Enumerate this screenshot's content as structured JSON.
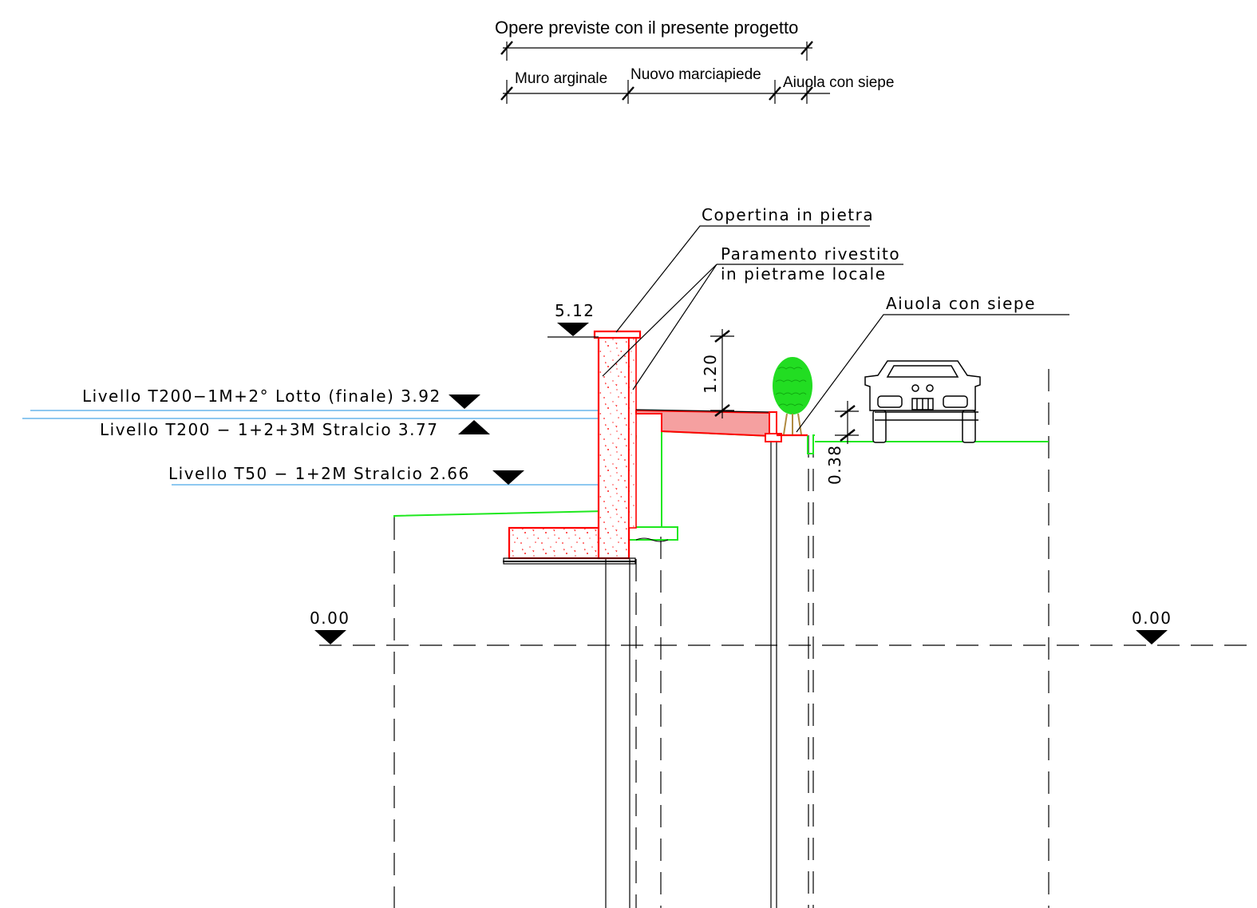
{
  "header": {
    "title": "Opere previste con il presente progetto",
    "segments": [
      "Muro arginale",
      "Nuovo marciapiede",
      "Aiuola con siepe"
    ]
  },
  "callouts": {
    "copertina": "Copertina in pietra",
    "paramento_line1": "Paramento rivestito",
    "paramento_line2": "in pietrame locale",
    "aiuola": "Aiuola con siepe"
  },
  "levels": {
    "top_wall": "5.12",
    "t200_finale": "Livello T200−1M+2° Lotto (finale) 3.92",
    "t200_stralcio": "Livello T200  −  1+2+3M  Stralcio 3.77",
    "t50_stralcio": "Livello T50  −  1+2M  Stralcio 2.66",
    "datum_left": "0.00",
    "datum_right": "0.00"
  },
  "dimensions": {
    "parapet_height": "1.20",
    "kerb_height": "0.38"
  },
  "colors": {
    "structure": "#ff0000",
    "structure_fill": "#ffffff",
    "sidewalk_fill": "#f5a0a0",
    "terrain": "#1ee81e",
    "water_level": "#4aa8e8",
    "hedge": "#22dd22",
    "linework": "#000000"
  },
  "icons": {
    "level_marker": "triangle-down-icon",
    "level_marker_up": "triangle-up-icon",
    "hedge": "hedge-icon",
    "car": "car-icon"
  }
}
